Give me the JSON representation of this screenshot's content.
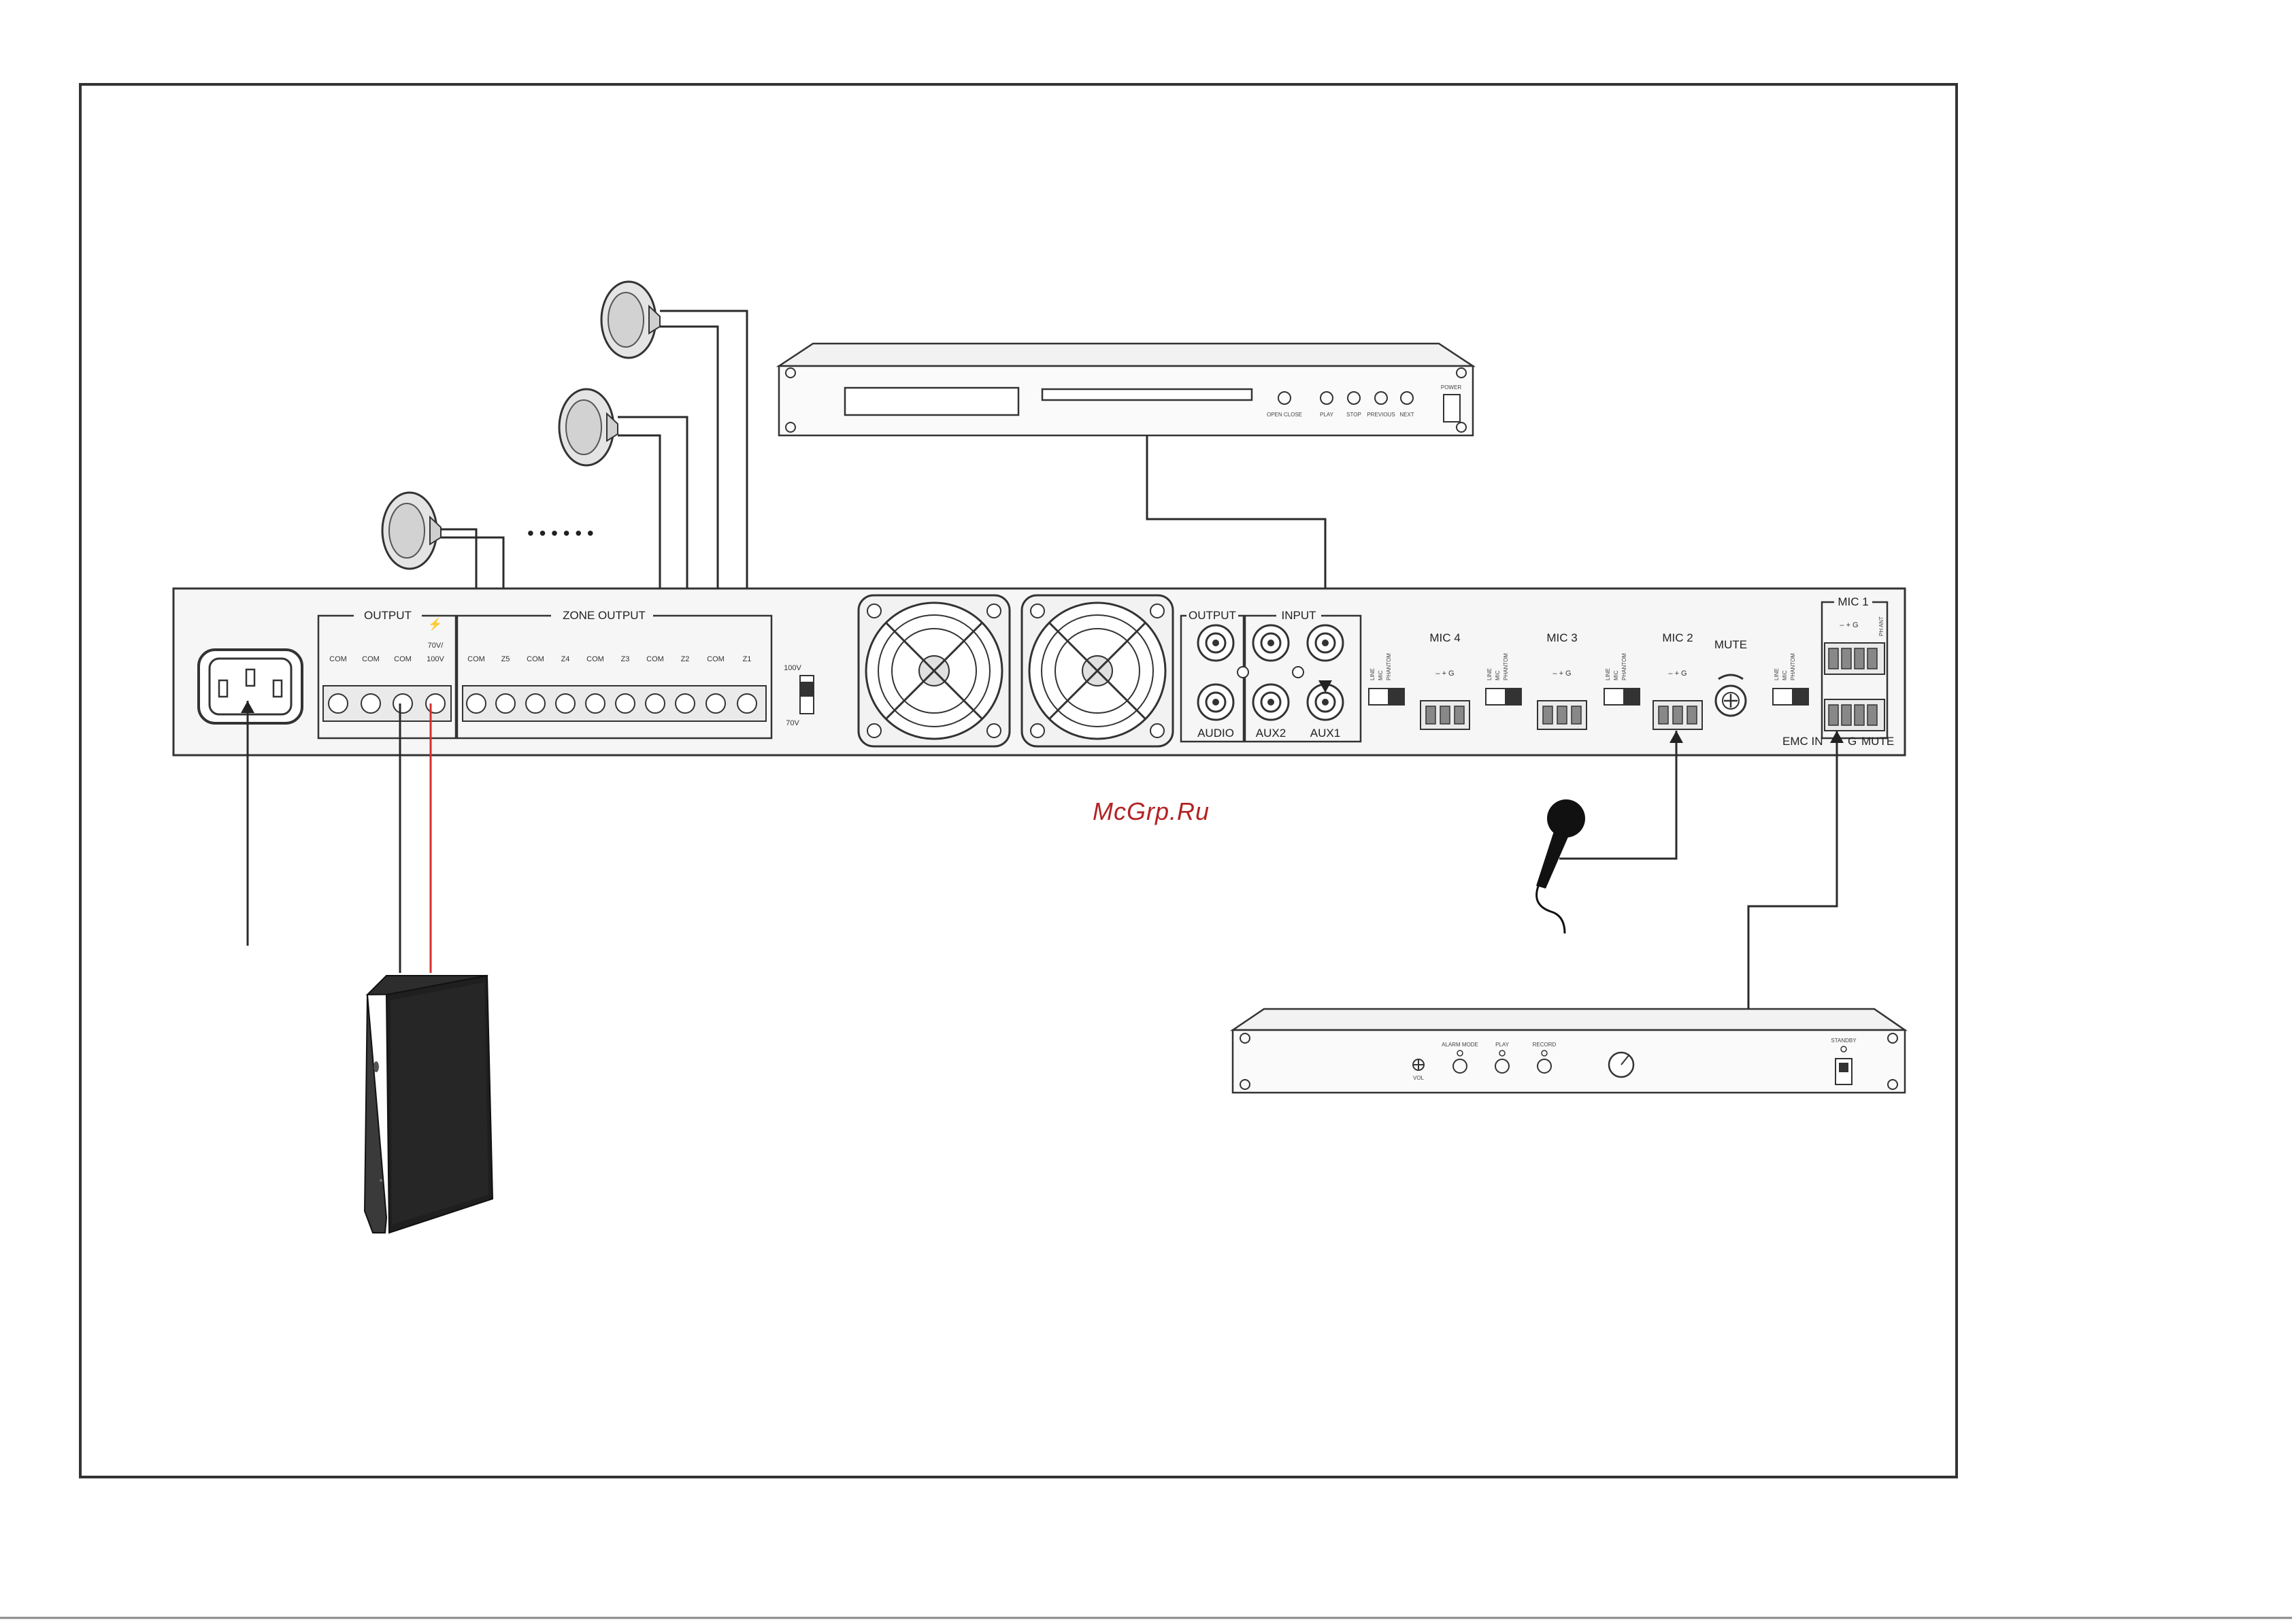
{
  "watermark": "McGrp.Ru",
  "amplifier": {
    "output_title": "OUTPUT",
    "output_terminals": [
      "COM",
      "COM",
      "COM",
      "100V"
    ],
    "output_voltage_note": "70V/",
    "zone_output_title": "ZONE OUTPUT",
    "zone_terminals": [
      "COM",
      "Z5",
      "COM",
      "Z4",
      "COM",
      "Z3",
      "COM",
      "Z2",
      "COM",
      "Z1"
    ],
    "voltage_switch": {
      "top": "100V",
      "bottom": "70V"
    },
    "io_output_title": "OUTPUT",
    "io_input_title": "INPUT",
    "rca_labels": [
      "AUDIO",
      "AUX2",
      "AUX1"
    ],
    "mic_channels": [
      {
        "title": "MIC 4",
        "switch": [
          "LINE",
          "MIC",
          "PHANTOM"
        ],
        "pins": "– + G"
      },
      {
        "title": "MIC 3",
        "switch": [
          "LINE",
          "MIC",
          "PHANTOM"
        ],
        "pins": "– + G"
      },
      {
        "title": "MIC 2",
        "switch": [
          "LINE",
          "MIC",
          "PHANTOM"
        ],
        "pins": "– + G"
      }
    ],
    "mute_title": "MUTE",
    "mic1": {
      "title": "MIC 1",
      "switch": [
        "LINE",
        "MIC",
        "PHANTOM"
      ],
      "pins": "– + G",
      "side_label": "PH ANT",
      "bottom_labels": [
        "EMC IN",
        "G",
        "MUTE"
      ]
    }
  },
  "cd_player": {
    "buttons": [
      "OPEN CLOSE",
      "PLAY",
      "STOP",
      "PREVIOUS",
      "NEXT"
    ],
    "power_label": "POWER"
  },
  "paging_unit": {
    "labels": [
      "VOL",
      "ALARM MODE",
      "PLAY",
      "RECORD",
      "STANDBY"
    ]
  },
  "speaker_group": {
    "dots": "• • • • • •"
  }
}
